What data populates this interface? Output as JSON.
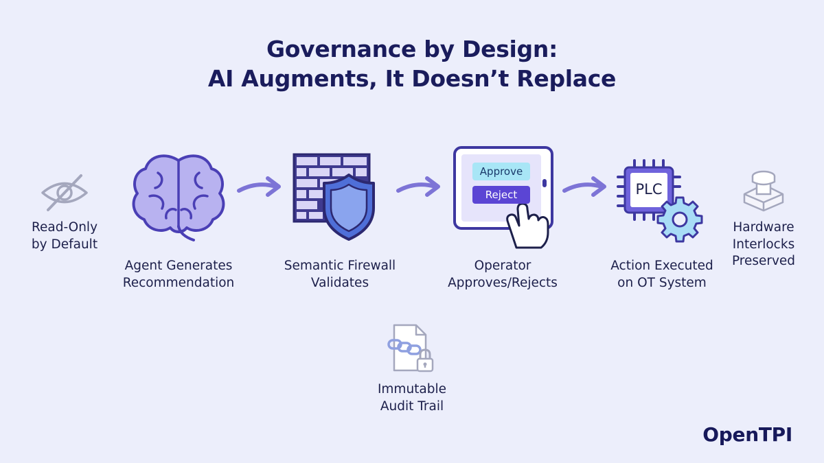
{
  "title": {
    "line1": "Governance by Design:",
    "line2": "AI Augments, It Doesn’t Replace"
  },
  "steps": [
    {
      "label_line1": "Read-Only",
      "label_line2": "by Default",
      "icon": "eye-slash-icon"
    },
    {
      "label_line1": "Agent Generates",
      "label_line2": "Recommendation",
      "icon": "brain-icon"
    },
    {
      "label_line1": "Semantic Firewall",
      "label_line2": "Validates",
      "icon": "firewall-shield-icon"
    },
    {
      "label_line1": "Operator",
      "label_line2": "Approves/Rejects",
      "icon": "tablet-touch-icon"
    },
    {
      "label_line1": "Action Executed",
      "label_line2": "on OT System",
      "icon": "plc-chip-gear-icon"
    },
    {
      "label_line1": "Hardware",
      "label_line2": "Interlocks",
      "label_line3": "Preserved",
      "icon": "emergency-button-icon"
    }
  ],
  "tablet": {
    "approve_label": "Approve",
    "reject_label": "Reject"
  },
  "chip": {
    "label": "PLC"
  },
  "audit": {
    "label_line1": "Immutable",
    "label_line2": "Audit Trail",
    "icon": "document-chain-lock-icon"
  },
  "brand": "OpenTPI",
  "colors": {
    "background": "#eceefb",
    "title": "#1a1c5c",
    "icon_stroke": "#5a4fc8",
    "icon_fill": "#b8b2f0",
    "shield": "#4f6fd8",
    "approve_button": "#a8e6f6",
    "reject_button": "#5b45d4",
    "brand": "#17195a"
  }
}
